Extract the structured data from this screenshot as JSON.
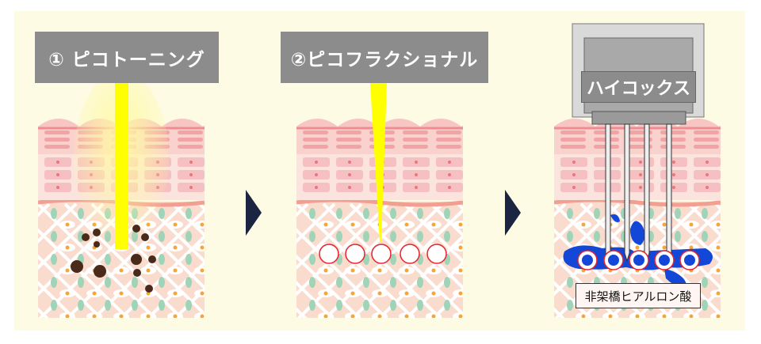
{
  "steps": [
    {
      "title": "① ピコトーニング"
    },
    {
      "title": "②ピコフラクショナル"
    },
    {
      "title": "ハイコックス",
      "label": "非架橋ヒアルロン酸"
    }
  ],
  "colors": {
    "beam": "#ffff00",
    "title_bg": "#8c8c8c",
    "arrow": "#1b2440",
    "hyaluronic": "#1247d8",
    "pore_stroke": "#e8202a"
  }
}
